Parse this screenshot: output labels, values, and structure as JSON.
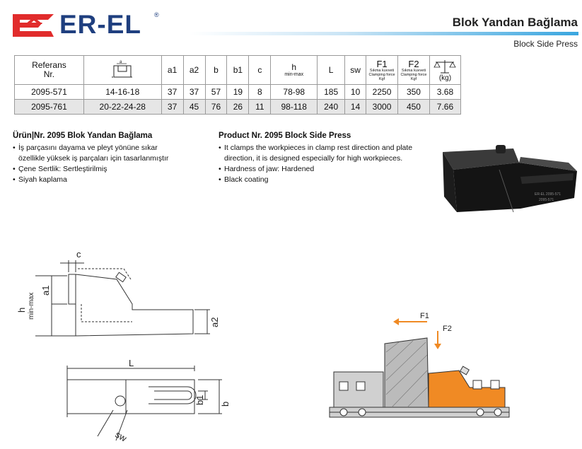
{
  "brand": {
    "name": "ER-EL",
    "registered": "®",
    "colors": {
      "red": "#e12c2c",
      "blue": "#1f3f7f"
    }
  },
  "header": {
    "title_tr": "Blok Yandan Bağlama",
    "title_en": "Block Side Press"
  },
  "table": {
    "headers": {
      "ref_line1": "Referans",
      "ref_line2": "Nr.",
      "a1": "a1",
      "a2": "a2",
      "b": "b",
      "b1": "b1",
      "c": "c",
      "h": "h",
      "h_sub": "min-max",
      "L": "L",
      "sw": "sw",
      "F1": "F1",
      "F1_sub1": "Sıkma kuvveti",
      "F1_sub2": "Clamping force",
      "F1_sub3": "Kgf",
      "F2": "F2",
      "F2_sub1": "Sıkma kuvveti",
      "F2_sub2": "Clamping force",
      "F2_sub3": "Kgf",
      "kg": "(kg)",
      "a_icon": "a"
    },
    "rows": [
      {
        "ref": "2095-571",
        "a": "14-16-18",
        "a1": "37",
        "a2": "37",
        "b": "57",
        "b1": "19",
        "c": "8",
        "h": "78-98",
        "L": "185",
        "sw": "10",
        "F1": "2250",
        "F2": "350",
        "kg": "3.68"
      },
      {
        "ref": "2095-761",
        "a": "20-22-24-28",
        "a1": "37",
        "a2": "45",
        "b": "76",
        "b1": "26",
        "c": "11",
        "h": "98-118",
        "L": "240",
        "sw": "14",
        "F1": "3000",
        "F2": "450",
        "kg": "7.66"
      }
    ]
  },
  "section_tr": {
    "heading": "Ürün|Nr. 2095 Blok Yandan Bağlama",
    "items": [
      "İş parçasını dayama ve pleyt yönüne sıkar",
      "özellikle yüksek iş parçaları için tasarlanmıştır",
      "Çene Sertlik: Sertleştirilmiş",
      "Siyah kaplama"
    ]
  },
  "section_en": {
    "heading": "Product Nr. 2095 Block Side Press",
    "items": [
      "It clamps the workpieces in clamp rest direction and plate",
      "direction, it is designed especially for high workpieces.",
      "Hardness of jaw: Hardened",
      "Black coating"
    ]
  },
  "product_photo": {
    "engraving_line1": "ER-EL 2095-571",
    "engraving_line2": "2095-571"
  },
  "drawing_side": {
    "c": "c",
    "a1": "a1",
    "a2": "a2",
    "h": "h",
    "h_sub": "min-max"
  },
  "drawing_top": {
    "L": "L",
    "b": "b",
    "b1": "b1",
    "sw": "sw"
  },
  "drawing_usage": {
    "F1": "F1",
    "F2": "F2",
    "colors": {
      "orange": "#f08a24",
      "gray": "#d0d0d0"
    }
  }
}
